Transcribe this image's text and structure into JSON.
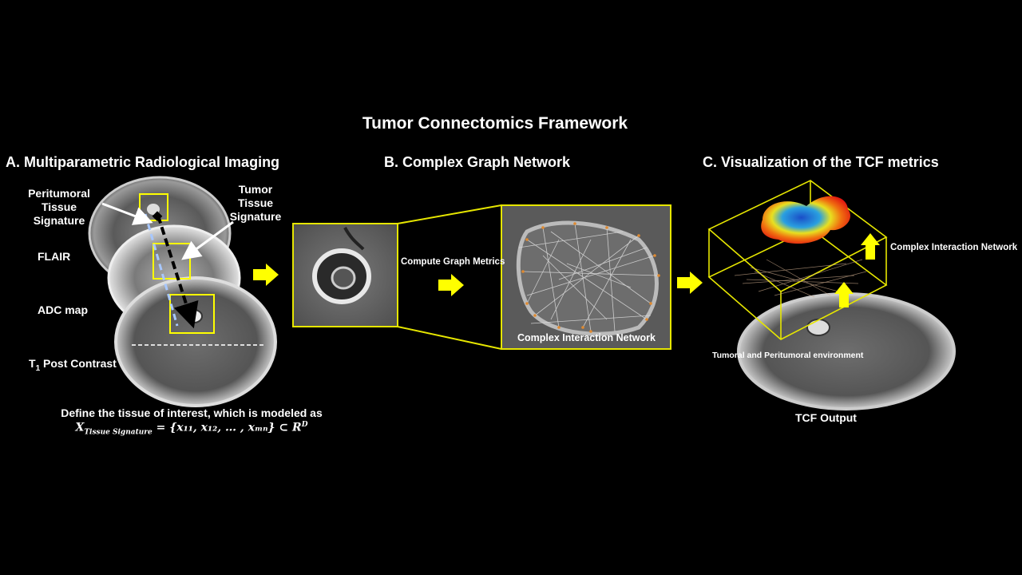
{
  "title": "Tumor Connectomics Framework",
  "panels": {
    "a": {
      "title": "A. Multiparametric Radiological Imaging",
      "peritumoral_label": "Peritumoral Tissue Signature",
      "tumor_label": "Tumor Tissue Signature",
      "flair_label": "FLAIR",
      "adc_label": "ADC map",
      "t1_prefix": "T",
      "t1_sub": "1",
      "t1_suffix": " Post Contrast",
      "description": "Define the tissue of interest, which is modeled as",
      "formula_lhs": "X",
      "formula_sub": "Tissue Signature",
      "formula_rhs": " = {x₁₁, x₁₂, … , xₘₙ} ⊂ R",
      "formula_sup": "D"
    },
    "b": {
      "title": "B. Complex  Graph Network",
      "compute_label": "Compute Graph Metrics",
      "network_label": "Complex  Interaction Network"
    },
    "c": {
      "title": "C. Visualization of the TCF metrics",
      "network_label": "Complex Interaction Network",
      "environment_label": "Tumoral and Peritumoral environment",
      "output_label": "TCF Output"
    }
  },
  "colors": {
    "background": "#000000",
    "accent_yellow": "#ffff00",
    "frame_yellow": "#e6e600",
    "text": "#ffffff"
  }
}
